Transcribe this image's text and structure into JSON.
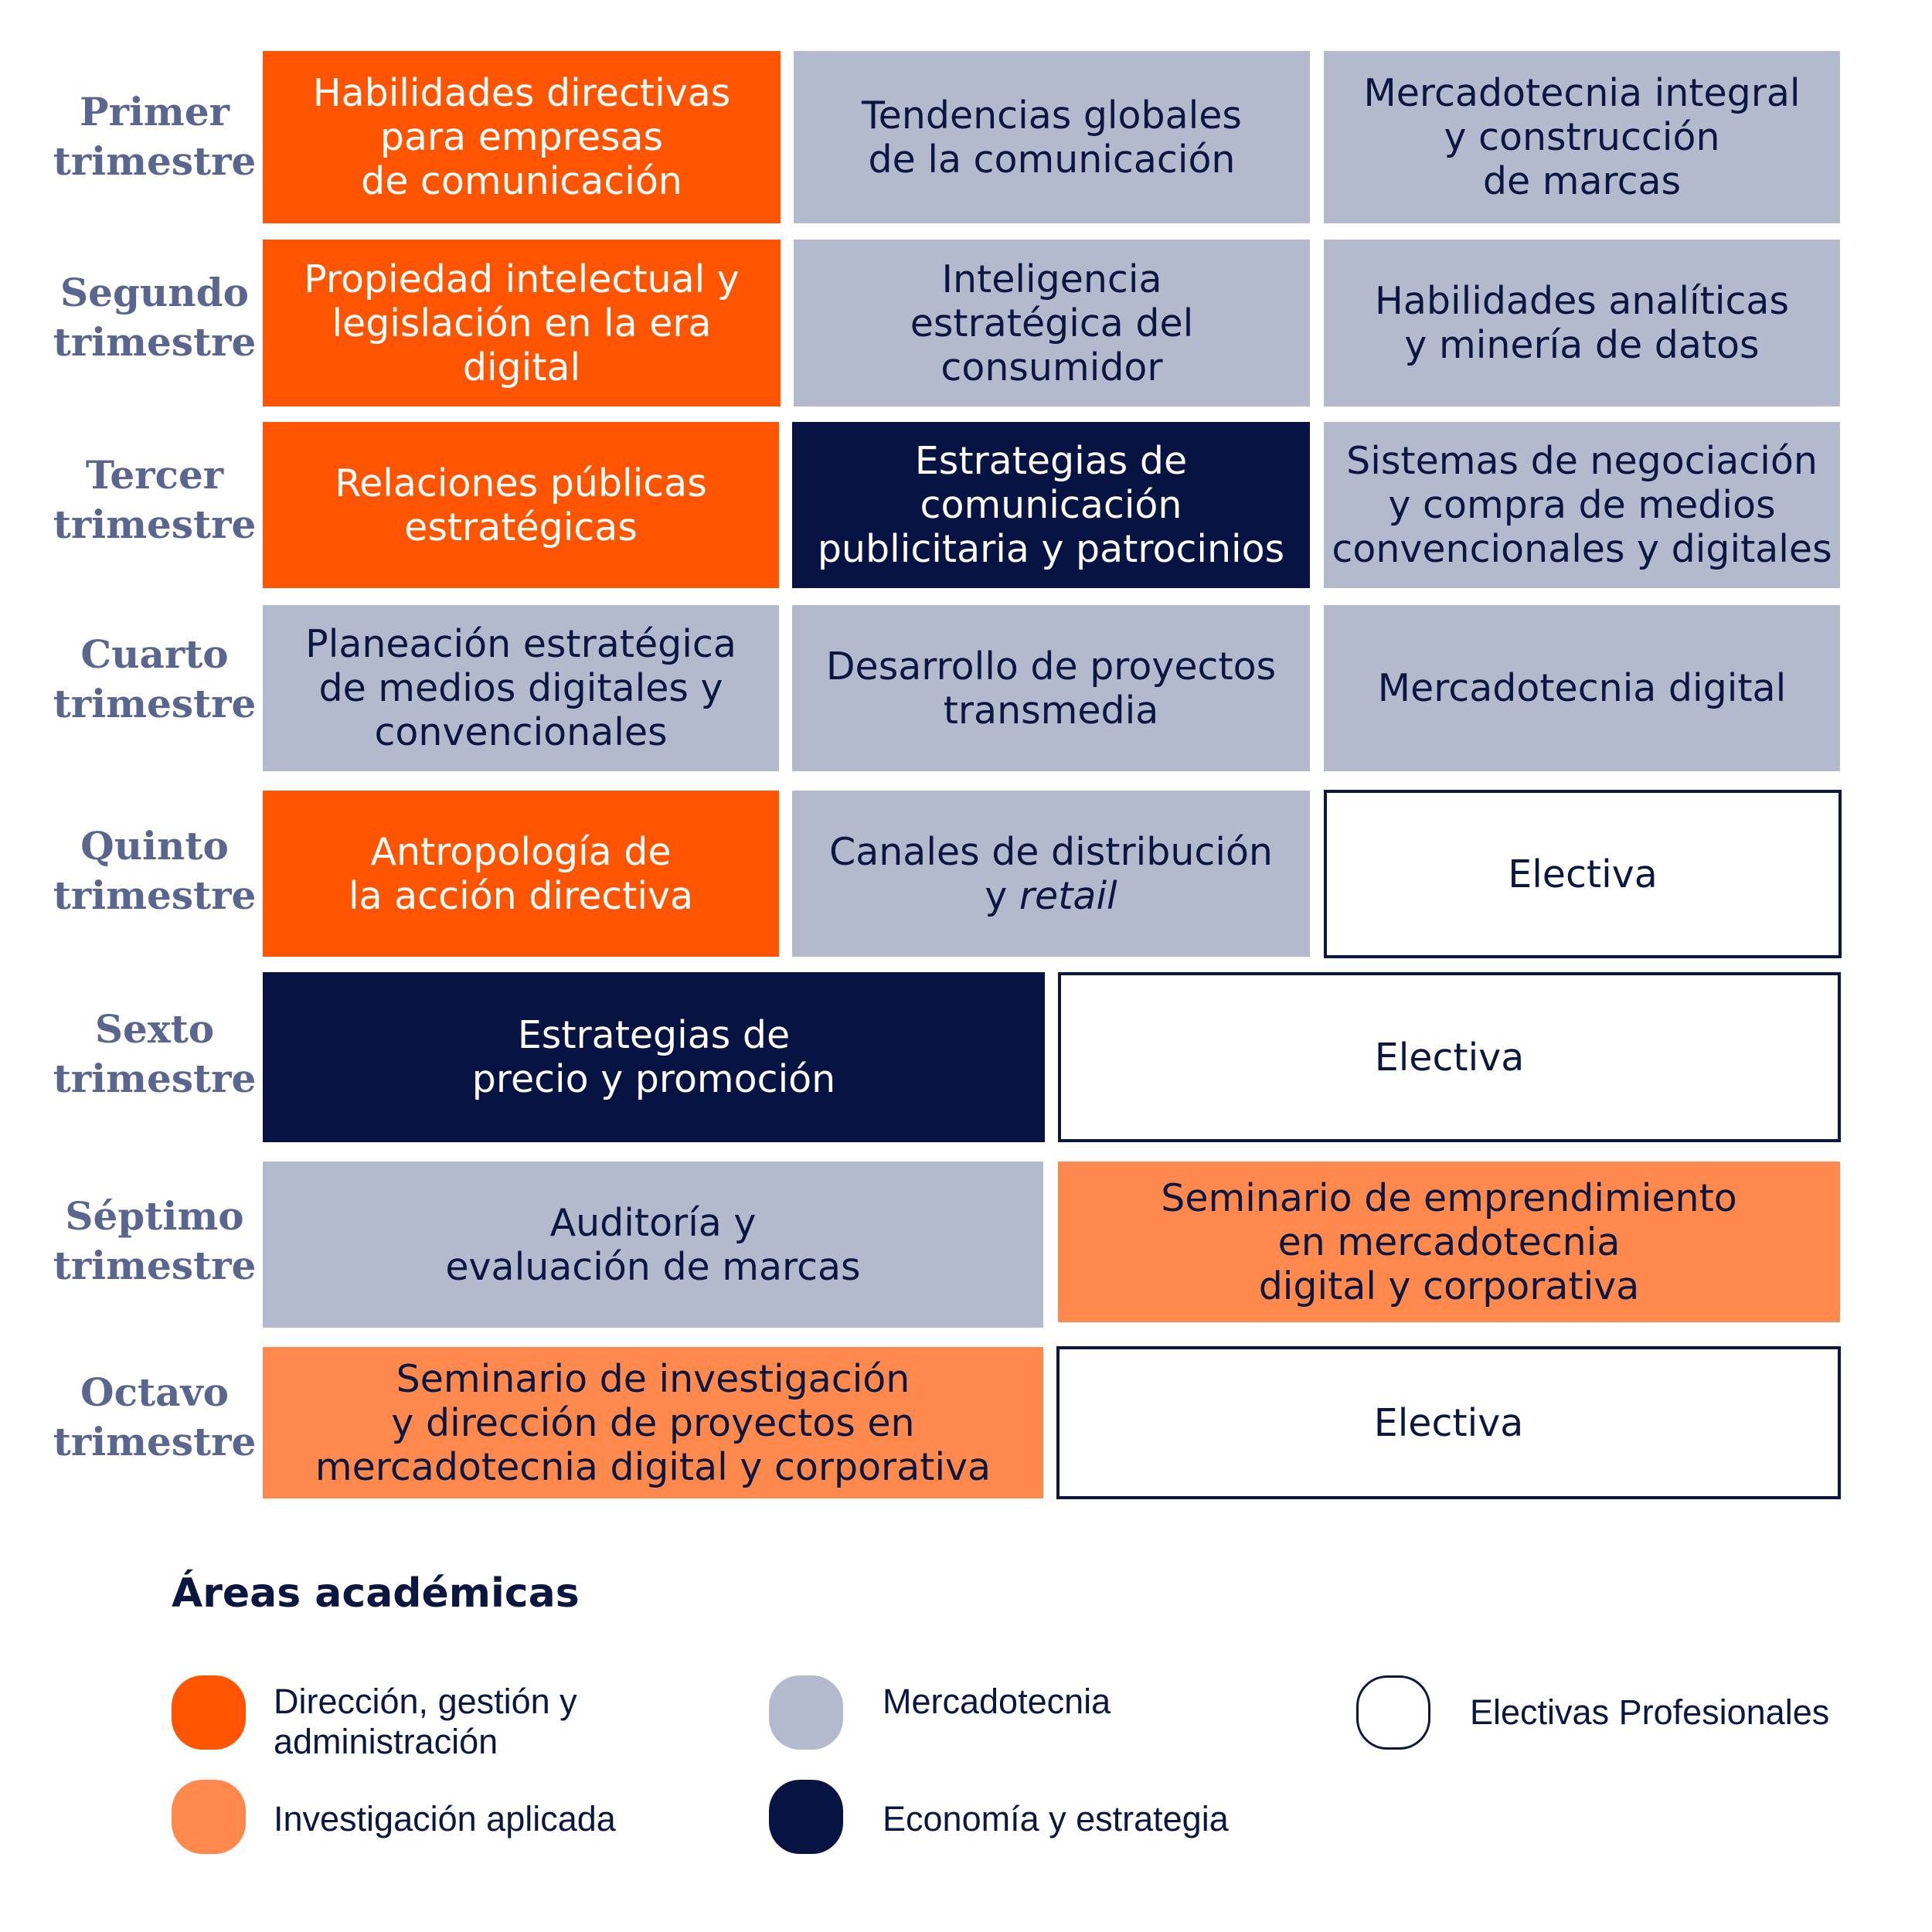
{
  "rows": [
    {
      "label": [
        "Primer",
        "trimestre"
      ]
    },
    {
      "label": [
        "Segundo",
        "trimestre"
      ]
    },
    {
      "label": [
        "Tercer",
        "trimestre"
      ]
    },
    {
      "label": [
        "Cuarto",
        "trimestre"
      ]
    },
    {
      "label": [
        "Quinto",
        "trimestre"
      ]
    },
    {
      "label": [
        "Sexto",
        "trimestre"
      ]
    },
    {
      "label": [
        "Séptimo",
        "trimestre"
      ]
    },
    {
      "label": [
        "Octavo",
        "trimestre"
      ]
    }
  ],
  "courses": {
    "r1c1": {
      "area": "direccion",
      "lines": [
        "Habilidades directivas",
        "para empresas",
        "de comunicación"
      ]
    },
    "r1c2": {
      "area": "mercadotecnia",
      "lines": [
        "Tendencias globales",
        "de la comunicación"
      ]
    },
    "r1c3": {
      "area": "mercadotecnia",
      "lines": [
        "Mercadotecnia integral",
        "y construcción",
        "de marcas"
      ]
    },
    "r2c1": {
      "area": "direccion",
      "lines": [
        "Propiedad intelectual y",
        "legislación en la era",
        "digital"
      ]
    },
    "r2c2": {
      "area": "mercadotecnia",
      "lines": [
        "Inteligencia",
        "estratégica del",
        "consumidor"
      ]
    },
    "r2c3": {
      "area": "mercadotecnia",
      "lines": [
        "Habilidades analíticas",
        "y minería de datos"
      ]
    },
    "r3c1": {
      "area": "direccion",
      "lines": [
        "Relaciones públicas",
        "estratégicas"
      ]
    },
    "r3c2": {
      "area": "economia",
      "lines": [
        "Estrategias de",
        "comunicación",
        "publicitaria y patrocinios"
      ]
    },
    "r3c3": {
      "area": "mercadotecnia",
      "lines": [
        "Sistemas de negociación",
        "y compra de medios",
        "convencionales y digitales"
      ]
    },
    "r4c1": {
      "area": "mercadotecnia",
      "lines": [
        "Planeación estratégica",
        "de medios digitales y",
        "convencionales"
      ]
    },
    "r4c2": {
      "area": "mercadotecnia",
      "lines": [
        "Desarrollo de proyectos",
        "transmedia"
      ]
    },
    "r4c3": {
      "area": "mercadotecnia",
      "lines": [
        "Mercadotecnia digital"
      ]
    },
    "r5c1": {
      "area": "direccion",
      "lines": [
        "Antropología de",
        "la acción directiva"
      ]
    },
    "r5c2": {
      "area": "mercadotecnia",
      "lines": [
        "Canales de distribución",
        "y"
      ],
      "italic": "retail"
    },
    "r5c3": {
      "area": "electiva",
      "lines": [
        "Electiva"
      ]
    },
    "r6a": {
      "area": "economia",
      "lines": [
        "Estrategias de",
        "precio y promoción"
      ]
    },
    "r6b": {
      "area": "electiva",
      "lines": [
        "Electiva"
      ]
    },
    "r7a": {
      "area": "mercadotecnia",
      "lines": [
        "Auditoría y",
        "evaluación de marcas"
      ]
    },
    "r7b": {
      "area": "investigacion",
      "lines": [
        "Seminario de emprendimiento",
        "en mercadotecnia",
        "digital y corporativa"
      ]
    },
    "r8a": {
      "area": "investigacion",
      "lines": [
        "Seminario de investigación",
        "y dirección de proyectos en",
        "mercadotecnia digital y corporativa"
      ]
    },
    "r8b": {
      "area": "electiva",
      "lines": [
        "Electiva"
      ]
    }
  },
  "legend": {
    "title": "Áreas académicas",
    "items": {
      "direccion": {
        "lines": [
          "Dirección, gestión y",
          "administración"
        ],
        "color": "#ff5500"
      },
      "investigacion": {
        "lines": [
          "Investigación aplicada"
        ],
        "color": "#ff884d"
      },
      "mercadotecnia": {
        "lines": [
          "Mercadotecnia"
        ],
        "color": "#b4bace"
      },
      "economia": {
        "lines": [
          "Economía y estrategia"
        ],
        "color": "#071342"
      },
      "electiva": {
        "lines": [
          "Electivas Profesionales"
        ],
        "color": "#ffffff"
      }
    }
  }
}
